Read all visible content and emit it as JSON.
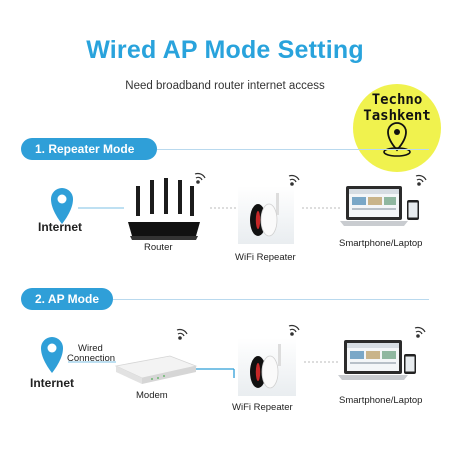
{
  "header": {
    "title": "Wired AP Mode Setting",
    "subtitle": "Need broadband router internet access"
  },
  "logo": {
    "line1": "Techno",
    "line2": "Tashkent",
    "color": "#f0f24e"
  },
  "accent_color": "#2f9fd8",
  "repeater_mode": {
    "heading": "1. Repeater Mode",
    "internet_label": "Internet",
    "router_label": "Router",
    "repeater_label": "WiFi Repeater",
    "devices_label": "Smartphone/Laptop"
  },
  "ap_mode": {
    "heading": "2. AP Mode",
    "internet_label": "Internet",
    "wired_line1": "Wired",
    "wired_line2": "Connection",
    "modem_label": "Modem",
    "repeater_label": "WiFi Repeater",
    "devices_label": "Smartphone/Laptop"
  },
  "icons": [
    "location-pin-icon",
    "router-icon",
    "wifi-signal-icon",
    "wifi-repeater-icon",
    "laptop-icon",
    "smartphone-icon",
    "modem-icon"
  ]
}
